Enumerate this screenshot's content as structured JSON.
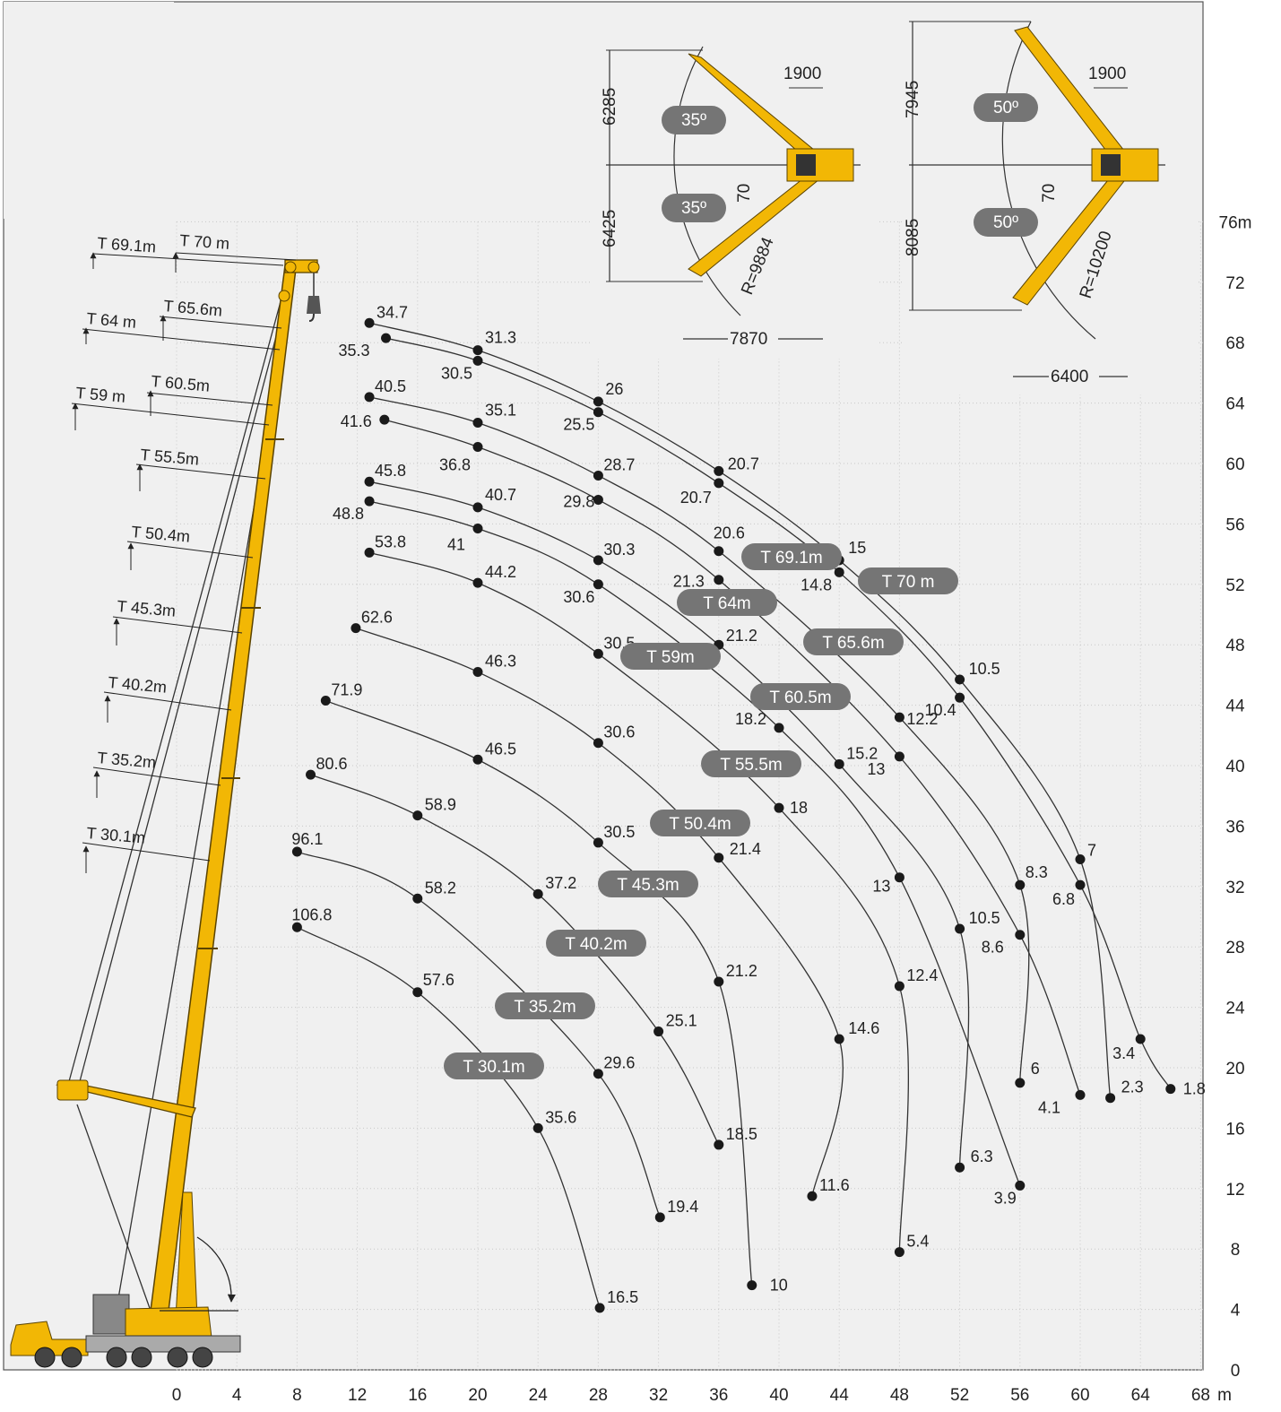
{
  "chart_data": {
    "type": "line",
    "title": "",
    "xlabel": "m",
    "ylabel": "m",
    "x_unit": "m",
    "y_unit": "m",
    "xlim": [
      -12,
      68
    ],
    "ylim": [
      0,
      76
    ],
    "x_ticks": [
      "0",
      "4",
      "8",
      "12",
      "16",
      "20",
      "24",
      "28",
      "32",
      "36",
      "40",
      "44",
      "48",
      "52",
      "56",
      "60",
      "64",
      "68"
    ],
    "y_ticks": [
      "0",
      "4",
      "8",
      "12",
      "16",
      "20",
      "24",
      "28",
      "32",
      "36",
      "40",
      "44",
      "48",
      "52",
      "56",
      "60",
      "64",
      "68",
      "72",
      "76m"
    ],
    "grid": true,
    "series": [
      {
        "name": "T 70 m",
        "points": [
          {
            "x": 13.9,
            "y": 68.3,
            "label": "35.3"
          },
          {
            "x": 20,
            "y": 66.8,
            "label": "30.5"
          },
          {
            "x": 28,
            "y": 63.4,
            "label": "25.5"
          },
          {
            "x": 36,
            "y": 58.7,
            "label": "20.7"
          },
          {
            "x": 44,
            "y": 52.8,
            "label": "14.8"
          },
          {
            "x": 52,
            "y": 44.5,
            "label": "10.4"
          },
          {
            "x": 60,
            "y": 32.1,
            "label": "6.8"
          },
          {
            "x": 64,
            "y": 21.9,
            "label": "3.4"
          },
          {
            "x": 66,
            "y": 18.6,
            "label": "1.8"
          }
        ]
      },
      {
        "name": "T 69.1m",
        "points": [
          {
            "x": 12.8,
            "y": 69.3,
            "label": "34.7"
          },
          {
            "x": 20,
            "y": 67.5,
            "label": "31.3"
          },
          {
            "x": 28,
            "y": 64.1,
            "label": "26"
          },
          {
            "x": 36,
            "y": 59.5,
            "label": "20.7"
          },
          {
            "x": 44,
            "y": 53.6,
            "label": "15"
          },
          {
            "x": 52,
            "y": 45.7,
            "label": "10.5"
          },
          {
            "x": 60,
            "y": 33.8,
            "label": "7"
          },
          {
            "x": 62,
            "y": 18,
            "label": "2.3"
          }
        ]
      },
      {
        "name": "T 65.6m",
        "points": [
          {
            "x": 13.8,
            "y": 62.9,
            "label": "41.6"
          },
          {
            "x": 20,
            "y": 61.1,
            "label": "36.8"
          },
          {
            "x": 28,
            "y": 57.6,
            "label": "29.8"
          },
          {
            "x": 36,
            "y": 52.3,
            "label": "21.3"
          },
          {
            "x": 48,
            "y": 40.6,
            "label": "13"
          },
          {
            "x": 56,
            "y": 28.8,
            "label": "8.6"
          },
          {
            "x": 60,
            "y": 18.2,
            "label": "4.1"
          }
        ]
      },
      {
        "name": "T 64m",
        "points": [
          {
            "x": 12.8,
            "y": 64.4,
            "label": "40.5"
          },
          {
            "x": 20,
            "y": 62.7,
            "label": "35.1"
          },
          {
            "x": 28,
            "y": 59.2,
            "label": "28.7"
          },
          {
            "x": 36,
            "y": 54.2,
            "label": "20.6"
          },
          {
            "x": 48,
            "y": 43.2,
            "label": "12.2"
          },
          {
            "x": 56,
            "y": 32.1,
            "label": "8.3"
          },
          {
            "x": 56,
            "y": 19,
            "label": "6"
          }
        ]
      },
      {
        "name": "T 60.5m",
        "points": [
          {
            "x": 12.8,
            "y": 57.5,
            "label": "48.8"
          },
          {
            "x": 20,
            "y": 55.7,
            "label": "41"
          },
          {
            "x": 28,
            "y": 52,
            "label": "30.6"
          },
          {
            "x": 40,
            "y": 42.5,
            "label": "18.2"
          },
          {
            "x": 48,
            "y": 32.6,
            "label": "13"
          },
          {
            "x": 56,
            "y": 12.2,
            "label": "3.9"
          }
        ]
      },
      {
        "name": "T 59m",
        "points": [
          {
            "x": 12.8,
            "y": 58.8,
            "label": "45.8"
          },
          {
            "x": 20,
            "y": 57.1,
            "label": "40.7"
          },
          {
            "x": 28,
            "y": 53.6,
            "label": "30.3"
          },
          {
            "x": 36,
            "y": 48,
            "label": "21.2"
          },
          {
            "x": 44,
            "y": 40.1,
            "label": "15.2"
          },
          {
            "x": 52,
            "y": 29.2,
            "label": "10.5"
          },
          {
            "x": 52,
            "y": 13.4,
            "label": "6.3"
          }
        ]
      },
      {
        "name": "T 55.5m",
        "points": [
          {
            "x": 12.8,
            "y": 54.1,
            "label": "53.8"
          },
          {
            "x": 20,
            "y": 52.1,
            "label": "44.2"
          },
          {
            "x": 28,
            "y": 47.4,
            "label": "30.5"
          },
          {
            "x": 40,
            "y": 37.2,
            "label": "18"
          },
          {
            "x": 48,
            "y": 25.4,
            "label": "12.4"
          },
          {
            "x": 48,
            "y": 7.8,
            "label": "5.4"
          }
        ]
      },
      {
        "name": "T 50.4m",
        "points": [
          {
            "x": 11.9,
            "y": 49.1,
            "label": "62.6"
          },
          {
            "x": 20,
            "y": 46.2,
            "label": "46.3"
          },
          {
            "x": 28,
            "y": 41.5,
            "label": "30.6"
          },
          {
            "x": 36,
            "y": 33.9,
            "label": "21.4"
          },
          {
            "x": 44,
            "y": 21.9,
            "label": "14.6"
          },
          {
            "x": 42.2,
            "y": 11.5,
            "label": "11.6"
          }
        ]
      },
      {
        "name": "T 45.3m",
        "points": [
          {
            "x": 9.9,
            "y": 44.3,
            "label": "71.9"
          },
          {
            "x": 20,
            "y": 40.4,
            "label": "46.5"
          },
          {
            "x": 28,
            "y": 34.9,
            "label": "30.5"
          },
          {
            "x": 36,
            "y": 25.7,
            "label": "21.2"
          },
          {
            "x": 38.2,
            "y": 5.6,
            "label": "10"
          }
        ]
      },
      {
        "name": "T 40.2m",
        "points": [
          {
            "x": 8.9,
            "y": 39.4,
            "label": "80.6"
          },
          {
            "x": 16,
            "y": 36.7,
            "label": "58.9"
          },
          {
            "x": 24,
            "y": 31.5,
            "label": "37.2"
          },
          {
            "x": 32,
            "y": 22.4,
            "label": "25.1"
          },
          {
            "x": 36,
            "y": 14.9,
            "label": "18.5"
          }
        ]
      },
      {
        "name": "T 35.2m",
        "points": [
          {
            "x": 8,
            "y": 34.3,
            "label": "96.1"
          },
          {
            "x": 16,
            "y": 31.2,
            "label": "58.2"
          },
          {
            "x": 28,
            "y": 19.6,
            "label": "29.6"
          },
          {
            "x": 32.1,
            "y": 10.1,
            "label": "19.4"
          }
        ]
      },
      {
        "name": "T 30.1m",
        "points": [
          {
            "x": 8,
            "y": 29.3,
            "label": "106.8"
          },
          {
            "x": 16,
            "y": 25,
            "label": "57.6"
          },
          {
            "x": 24,
            "y": 16,
            "label": "35.6"
          },
          {
            "x": 28.1,
            "y": 4.1,
            "label": "16.5"
          }
        ]
      }
    ],
    "boom_length_labels": [
      "T 69.1m",
      "T 70 m",
      "T 64 m",
      "T 65.6m",
      "T 59 m",
      "T 60.5m",
      "T 55.5m",
      "T 50.4m",
      "T 45.3m",
      "T 40.2m",
      "T 35.2m",
      "T 30.1m"
    ],
    "outrigger_diagrams": [
      {
        "angle": "35º",
        "dims": [
          "6285",
          "6425",
          "1900",
          "70",
          "R=9884",
          "7870"
        ]
      },
      {
        "angle": "50º",
        "dims": [
          "7945",
          "8085",
          "1900",
          "70",
          "R=10200",
          "6400"
        ]
      }
    ],
    "colors": {
      "curve": "#333333",
      "point": "#1a1a1a",
      "pill": "#757575",
      "grid": "#c8c8c8",
      "crane": "#f2b705",
      "background": "#f0f0f0"
    }
  }
}
